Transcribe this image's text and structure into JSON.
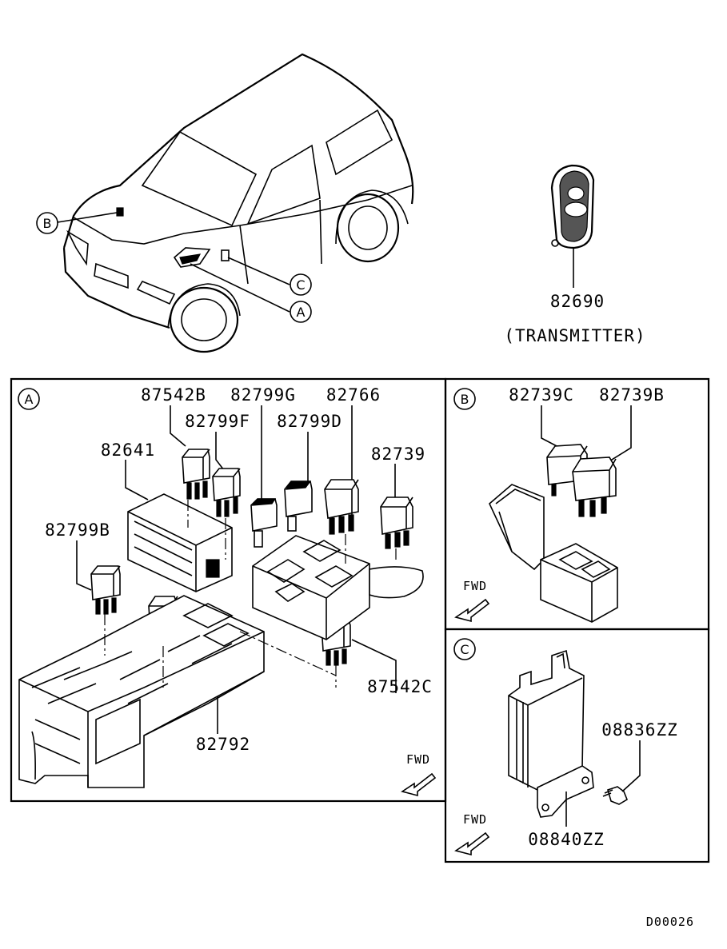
{
  "vehicle": {
    "callouts": [
      "B",
      "C",
      "A"
    ],
    "transmitter_part": "82690",
    "transmitter_caption": "(TRANSMITTER)"
  },
  "section_a": {
    "letter": "A",
    "parts": {
      "p87542B": "87542B",
      "p82799G": "82799G",
      "p82766": "82766",
      "p82799F": "82799F",
      "p82799D": "82799D",
      "p82641": "82641",
      "p82739": "82739",
      "p82799B": "82799B",
      "p87542C": "87542C",
      "p82792": "82792"
    },
    "fwd": "FWD"
  },
  "section_b": {
    "letter": "B",
    "parts": {
      "p82739C": "82739C",
      "p82739B": "82739B"
    },
    "fwd": "FWD"
  },
  "section_c": {
    "letter": "C",
    "parts": {
      "p08836ZZ": "08836ZZ",
      "p08840ZZ": "08840ZZ"
    },
    "fwd": "FWD"
  },
  "drawing_code": "D00026"
}
